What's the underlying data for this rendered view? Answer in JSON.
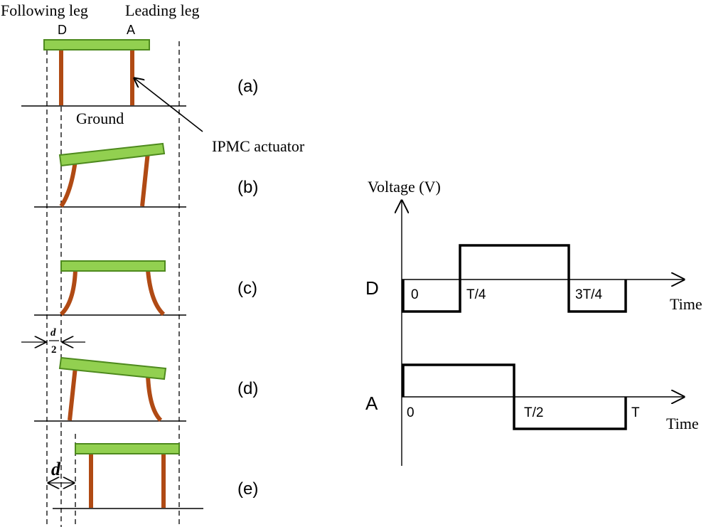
{
  "header": {
    "following_leg": "Following leg",
    "leading_leg": "Leading leg",
    "leg_d": "D",
    "leg_a": "A"
  },
  "labels": {
    "ground": "Ground",
    "actuator": "IPMC actuator",
    "half_d_num": "d",
    "half_d_den": "2",
    "d": "d"
  },
  "panels": [
    "(a)",
    "(b)",
    "(c)",
    "(d)",
    "(e)"
  ],
  "colors": {
    "body_fill": "#92d050",
    "body_stroke": "#4e8a1e",
    "leg": "#b04a14",
    "ink": "#000000"
  },
  "graph": {
    "ylabel": "Voltage (V)",
    "xlabel": "Time",
    "signal_d": {
      "name": "D",
      "ticks": [
        "0",
        "T/4",
        "3T/4"
      ]
    },
    "signal_a": {
      "name": "A",
      "ticks": [
        "0",
        "T/2",
        "T"
      ]
    }
  }
}
